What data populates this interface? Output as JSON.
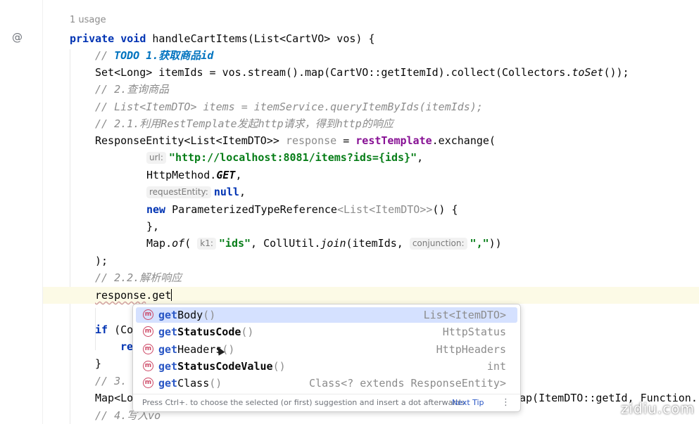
{
  "editor": {
    "usage_label": "1 usage",
    "gutter_icon": "override-marker-icon",
    "lines": {
      "l1_kw1": "private",
      "l1_kw2": "void",
      "l1_rest": " handleCartItems(List<CartVO> vos) {",
      "l2_comment": "// ",
      "l2_todo": "TODO 1.获取商品id",
      "l3": "Set<Long> itemIds = vos.stream().map(CartVO::getItemId).collect(Collectors.",
      "l3_it": "toSet",
      "l3_end": "());",
      "l4": "// 2.查询商品",
      "l5": "// List<ItemDTO> items = itemService.queryItemByIds(itemIds);",
      "l6": "// 2.1.利用RestTemplate发起http请求，得到http的响应",
      "l7_a": "ResponseEntity<List<ItemDTO>> ",
      "l7_var": "response",
      "l7_b": " = ",
      "l7_fld": "restTemplate",
      "l7_c": ".exchange(",
      "l8_hint": "url:",
      "l8_str": "\"http://localhost:8081/items?ids={ids}\"",
      "l8_end": ",",
      "l9_a": "HttpMethod.",
      "l9_it": "GET",
      "l9_end": ",",
      "l10_hint": "requestEntity:",
      "l10_kw": "null",
      "l10_end": ",",
      "l11_kw": "new",
      "l11_a": " ParameterizedTypeReference",
      "l11_gen": "<List<ItemDTO>>",
      "l11_end": "() {",
      "l12": "},",
      "l13_a": "Map.",
      "l13_it": "of",
      "l13_b": "( ",
      "l13_hint1": "k1:",
      "l13_str1": "\"ids\"",
      "l13_c": ", CollUtil.",
      "l13_it2": "join",
      "l13_d": "(itemIds, ",
      "l13_hint2": "conjunction:",
      "l13_str2": "\",\"",
      "l13_end": "))",
      "l14": ");",
      "l15": "// 2.2.解析响应",
      "l16_a": "response",
      "l16_b": ".get",
      "l17_kw": "if",
      "l17_a": " (Co",
      "l18_kw": "re",
      "l19": "}",
      "l20": "// 3.",
      "l21_a": "Map<Lo",
      "l21_b": "ap(ItemDTO::getId, Function.",
      "l22": "// 4.写入vo"
    }
  },
  "completion": {
    "items": [
      {
        "prefix": "get",
        "rest": "Body",
        "paren": "()",
        "type": "List<ItemDTO>",
        "bold": false
      },
      {
        "prefix": "get",
        "rest": "StatusCode",
        "paren": "()",
        "type": "HttpStatus",
        "bold": true
      },
      {
        "prefix": "get",
        "rest": "Headers",
        "paren": "()",
        "type": "HttpHeaders",
        "bold": false
      },
      {
        "prefix": "get",
        "rest": "StatusCodeValue",
        "paren": "()",
        "type": "int",
        "bold": true
      },
      {
        "prefix": "get",
        "rest": "Class",
        "paren": "()",
        "type": "Class<? extends ResponseEntity>",
        "bold": false
      }
    ],
    "badge": "m",
    "footer_tip": "Press Ctrl+. to choose the selected (or first) suggestion and insert a dot afterwards",
    "next_tip": "Next Tip",
    "more": "⋮"
  },
  "watermark": "zidiu.com"
}
